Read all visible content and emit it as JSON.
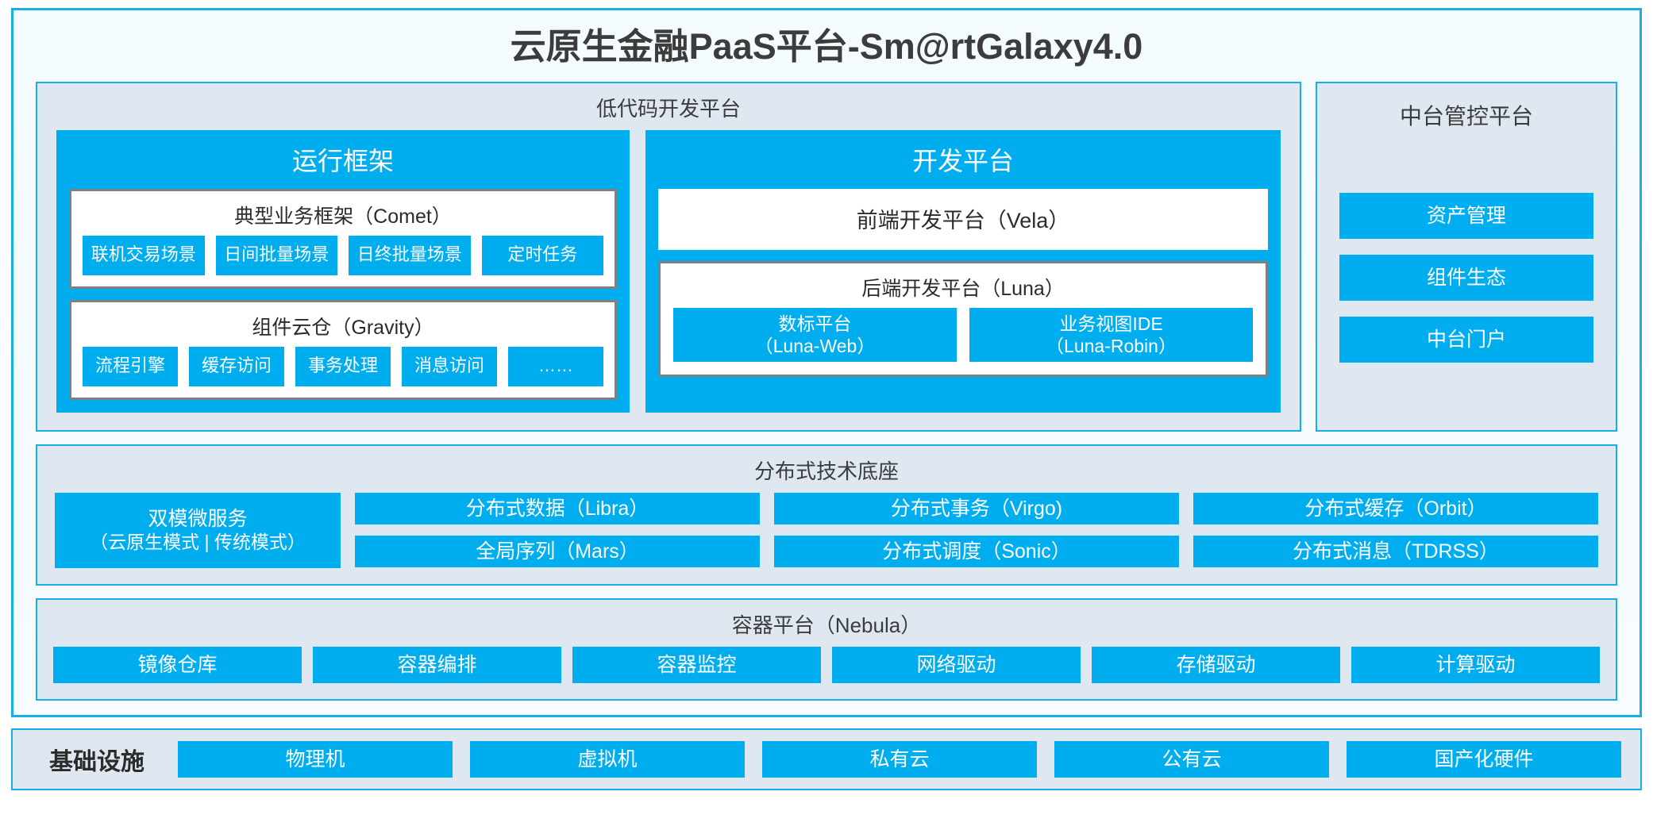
{
  "title": "云原生金融PaaS平台-Sm@rtGalaxy4.0",
  "colors": {
    "accent": "#00AEEF",
    "frame_border": "#18AEE8",
    "panel_bg": "#DFE7F0",
    "page_bg": "#F5FCFE",
    "box_border": "#808080",
    "text_dark": "#3C3C3C"
  },
  "lowcode": {
    "title": "低代码开发平台",
    "runtime": {
      "title": "运行框架",
      "comet": {
        "title": "典型业务框架（Comet）",
        "items": [
          {
            "label": "联机交易场景"
          },
          {
            "label": "日间批量场景"
          },
          {
            "label": "日终批量场景"
          },
          {
            "label": "定时任务"
          }
        ]
      },
      "gravity": {
        "title": "组件云仓（Gravity）",
        "items": [
          {
            "label": "流程引擎"
          },
          {
            "label": "缓存访问"
          },
          {
            "label": "事务处理"
          },
          {
            "label": "消息访问"
          },
          {
            "label": "……"
          }
        ]
      }
    },
    "devplatform": {
      "title": "开发平台",
      "frontend": "前端开发平台（Vela）",
      "backend": {
        "title": "后端开发平台（Luna）",
        "items": [
          {
            "label": "数标平台",
            "sub": "（Luna-Web）"
          },
          {
            "label": "业务视图IDE",
            "sub": "（Luna-Robin）"
          }
        ]
      }
    }
  },
  "midplatform": {
    "title": "中台管控平台",
    "items": [
      {
        "label": "资产管理"
      },
      {
        "label": "组件生态"
      },
      {
        "label": "中台门户"
      }
    ]
  },
  "distributed": {
    "title": "分布式技术底座",
    "microservice": {
      "label": "双模微服务",
      "sub": "（云原生模式 | 传统模式）"
    },
    "columns": [
      [
        {
          "label": "分布式数据（Libra）"
        },
        {
          "label": "全局序列（Mars）"
        }
      ],
      [
        {
          "label": "分布式事务（Virgo)"
        },
        {
          "label": "分布式调度（Sonic）"
        }
      ],
      [
        {
          "label": "分布式缓存（Orbit）"
        },
        {
          "label": "分布式消息（TDRSS）"
        }
      ]
    ]
  },
  "container": {
    "title": "容器平台（Nebula）",
    "items": [
      {
        "label": "镜像仓库"
      },
      {
        "label": "容器编排"
      },
      {
        "label": "容器监控"
      },
      {
        "label": "网络驱动"
      },
      {
        "label": "存储驱动"
      },
      {
        "label": "计算驱动"
      }
    ]
  },
  "infrastructure": {
    "label": "基础设施",
    "items": [
      {
        "label": "物理机"
      },
      {
        "label": "虚拟机"
      },
      {
        "label": "私有云"
      },
      {
        "label": "公有云"
      },
      {
        "label": "国产化硬件"
      }
    ]
  }
}
